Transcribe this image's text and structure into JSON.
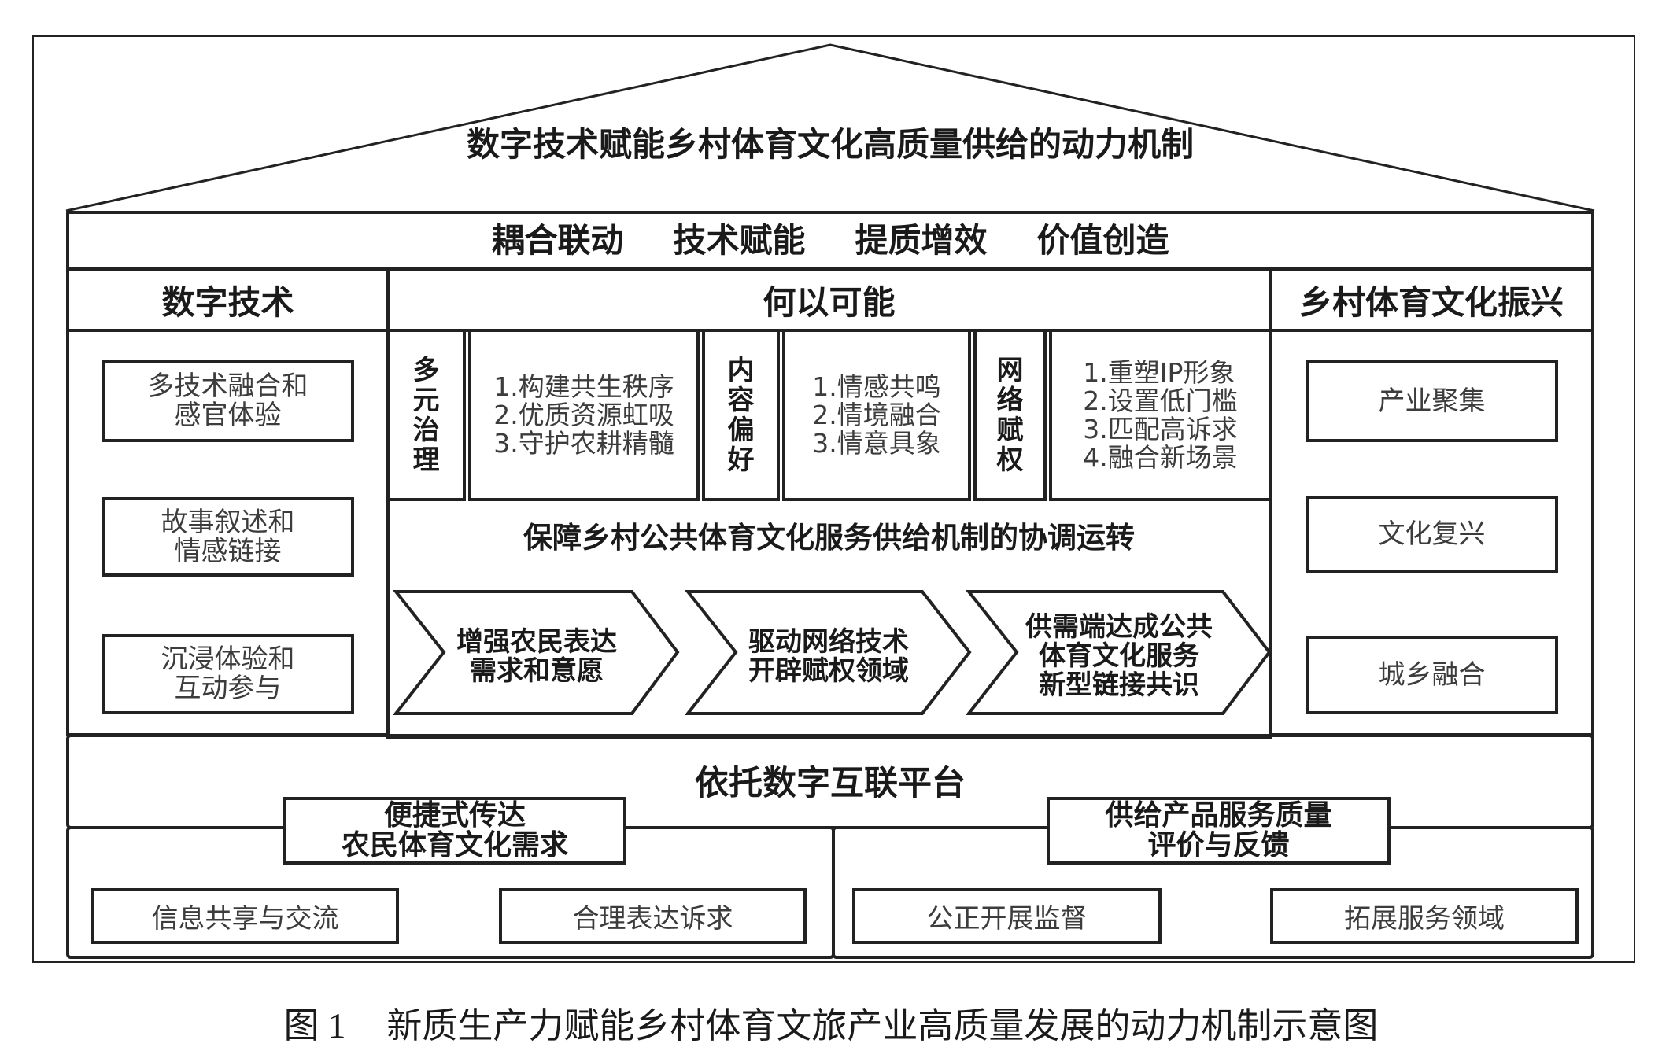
{
  "diagram": {
    "roof_title": "数字技术赋能乡村体育文化高质量供给的动力机制",
    "principles": [
      "耦合联动",
      "技术赋能",
      "提质增效",
      "价值创造"
    ],
    "digital_tech": {
      "header": "数字技术",
      "items": [
        {
          "lines": [
            "多技术融合和",
            "感官体验"
          ]
        },
        {
          "lines": [
            "故事叙述和",
            "情感链接"
          ]
        },
        {
          "lines": [
            "沉浸体验和",
            "互动参与"
          ]
        }
      ]
    },
    "possibility": {
      "header": "何以可能",
      "dimensions": [
        {
          "label": "多元治理",
          "points": [
            "1.构建共生秩序",
            "2.优质资源虹吸",
            "3.守护农耕精髓"
          ]
        },
        {
          "label": "内容偏好",
          "points": [
            "1.情感共鸣",
            "2.情境融合",
            "3.情意具象"
          ]
        },
        {
          "label": "网络赋权",
          "points": [
            "1.重塑IP形象",
            "2.设置低门槛",
            "3.匹配高诉求",
            "4.融合新场景"
          ]
        }
      ],
      "guarantee": "保障乡村公共体育文化服务供给机制的协调运转",
      "steps": [
        {
          "lines": [
            "增强农民表达",
            "需求和意愿"
          ]
        },
        {
          "lines": [
            "驱动网络技术",
            "开辟赋权领域"
          ]
        },
        {
          "lines": [
            "供需端达成公共",
            "体育文化服务",
            "新型链接共识"
          ]
        }
      ]
    },
    "revitalization": {
      "header": "乡村体育文化振兴",
      "items": [
        "产业聚集",
        "文化复兴",
        "城乡融合"
      ]
    },
    "platform": {
      "title": "依托数字互联平台",
      "channels": [
        {
          "lines": [
            "便捷式传达",
            "农民体育文化需求"
          ],
          "actions": [
            "信息共享与交流",
            "合理表达诉求"
          ]
        },
        {
          "lines": [
            "供给产品服务质量",
            "评价与反馈"
          ],
          "actions": [
            "公正开展监督",
            "拓展服务领域"
          ]
        }
      ]
    }
  },
  "caption": {
    "label": "图 1",
    "text": "新质生产力赋能乡村体育文旅产业高质量发展的动力机制示意图"
  },
  "colors": {
    "line": "#222222",
    "text": "#1a1a1a",
    "muted_text": "#3c3c3c",
    "background": "#ffffff"
  }
}
